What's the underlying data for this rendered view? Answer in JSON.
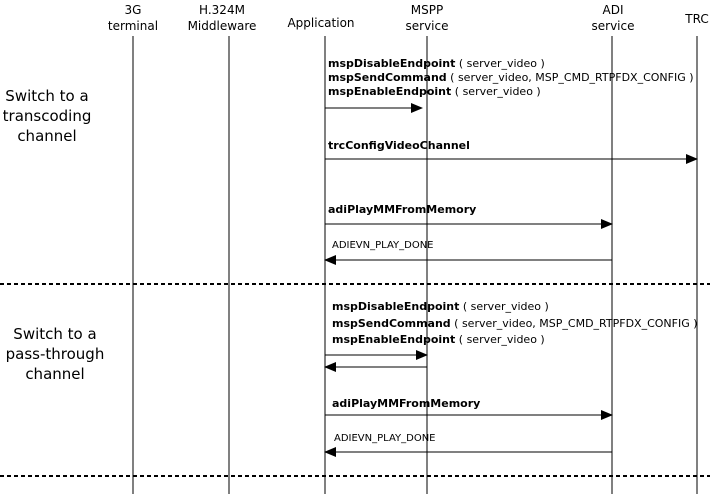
{
  "columns": [
    {
      "line1": "3G",
      "line2": "terminal"
    },
    {
      "line1": "H.324M",
      "line2": "Middleware"
    },
    {
      "line1": "Application",
      "line2": ""
    },
    {
      "line1": "MSPP",
      "line2": "service"
    },
    {
      "line1": "ADI",
      "line2": "service"
    },
    {
      "line1": "TRC",
      "line2": ""
    }
  ],
  "sections": [
    {
      "line1": "Switch to a",
      "line2": "transcoding",
      "line3": "channel"
    },
    {
      "line1": "Switch to a",
      "line2": "pass-through",
      "line3": "channel"
    }
  ],
  "messages": {
    "s1_disable": {
      "fn": "mspDisableEndpoint",
      "args": " ( server_video )"
    },
    "s1_send": {
      "fn": "mspSendCommand",
      "args": " ( server_video, MSP_CMD_RTPFDX_CONFIG )"
    },
    "s1_enable": {
      "fn": "mspEnableEndpoint",
      "args": " ( server_video )"
    },
    "s1_trc": {
      "fn": "trcConfigVideoChannel",
      "args": ""
    },
    "s1_play": {
      "fn": "adiPlayMMFromMemory",
      "args": ""
    },
    "s1_done": "ADIEVN_PLAY_DONE",
    "s2_disable": {
      "fn": "mspDisableEndpoint",
      "args": " ( server_video )"
    },
    "s2_send": {
      "fn": "mspSendCommand",
      "args": " ( server_video, MSP_CMD_RTPFDX_CONFIG )"
    },
    "s2_enable": {
      "fn": "mspEnableEndpoint",
      "args": " ( server_video )"
    },
    "s2_play": {
      "fn": "adiPlayMMFromMemory",
      "args": ""
    },
    "s2_done": "ADIEVN_PLAY_DONE"
  }
}
